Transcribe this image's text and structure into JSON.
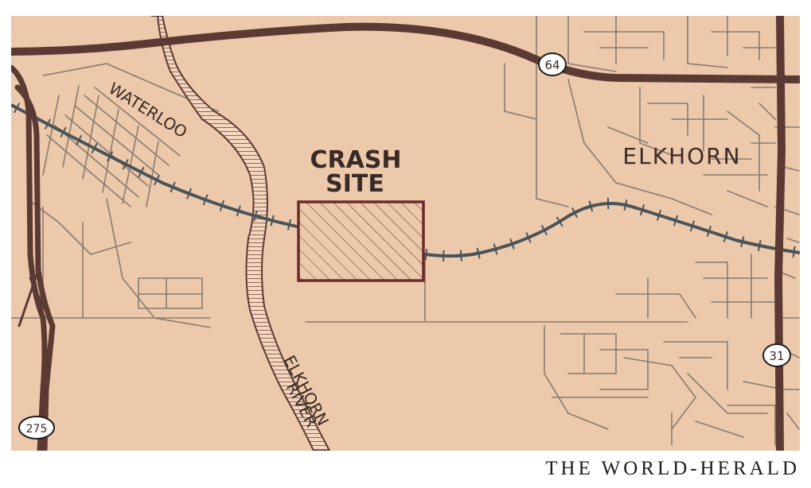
{
  "map": {
    "labels": {
      "crash_site_line1": "CRASH",
      "crash_site_line2": "SITE",
      "waterloo": "WATERLOO",
      "elkhorn": "ELKHORN",
      "river_line1": "ELKHORN",
      "river_line2": "RIVER"
    },
    "highway_shields": {
      "hwy64": "64",
      "hwy31": "31",
      "hwy275": "275"
    },
    "colors": {
      "paper": "#ecc9ab",
      "highway": "#5b3a33",
      "railroad": "#4a5358",
      "street": "#8a7a70",
      "river_fill": "#f3d6bf",
      "river_outline": "#5b3a33",
      "crash_box": "#6b2a2a",
      "ink": "#3a2a26"
    }
  },
  "credit": "THE WORLD-HERALD"
}
